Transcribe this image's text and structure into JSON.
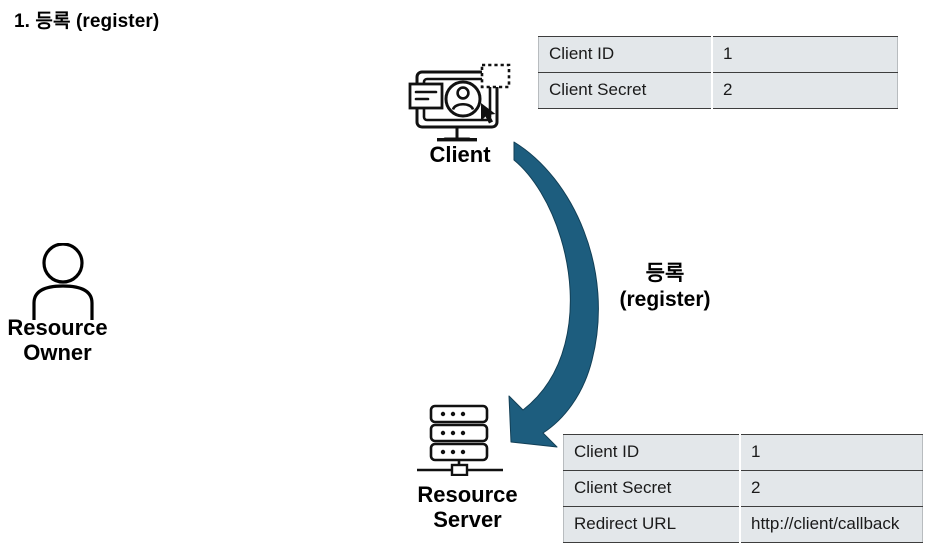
{
  "title": "1. 등록 (register)",
  "nodes": {
    "resource_owner": {
      "label": "Resource\nOwner",
      "icon": "person-icon"
    },
    "client": {
      "label": "Client",
      "icon": "monitor-user-icon"
    },
    "resource_server": {
      "label": "Resource\nServer",
      "icon": "server-stack-icon"
    }
  },
  "arrow": {
    "label": "등록\n(register)",
    "from": "Client",
    "to": "Resource Server",
    "color": "#1d5d7e",
    "name": "register-arrow"
  },
  "client_table": {
    "rows": [
      {
        "key": "Client ID",
        "value": "1"
      },
      {
        "key": "Client Secret",
        "value": "2"
      }
    ]
  },
  "server_table": {
    "rows": [
      {
        "key": "Client ID",
        "value": "1"
      },
      {
        "key": "Client Secret",
        "value": "2"
      },
      {
        "key": "Redirect URL",
        "value": "http://client/callback"
      }
    ]
  },
  "colors": {
    "arrow": "#1d5d7e",
    "table_fill": "#e3e7ea",
    "table_border": "#3d3d3d",
    "text": "#000000"
  }
}
